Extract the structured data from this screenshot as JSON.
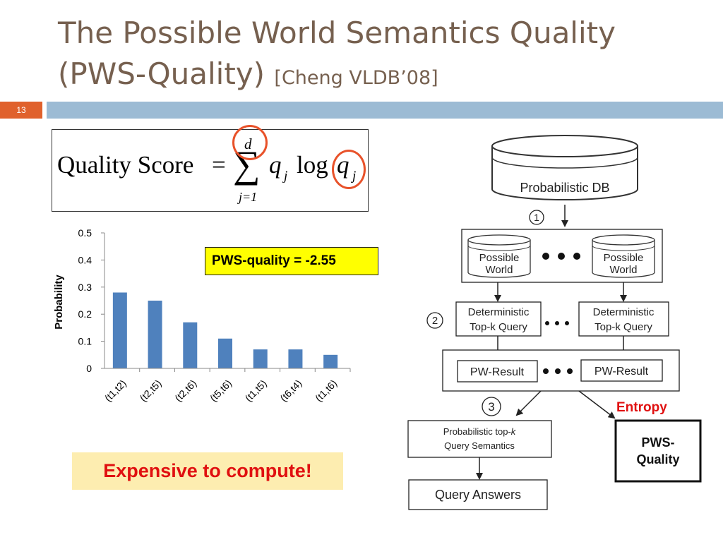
{
  "slide": {
    "title_line1": "The Possible World Semantics Quality",
    "title_line2": "(PWS-Quality)",
    "citation": "[Cheng VLDB’08]",
    "number": "13"
  },
  "formula": {
    "lhs": "Quality Score",
    "equals": "=",
    "sum": "∑",
    "upper": "d",
    "lower": "j=1",
    "term": "q",
    "sub": "j",
    "log": "log",
    "term2": "q",
    "sub2": "j"
  },
  "callout": "PWS-quality = -2.55",
  "note": "Expensive to compute!",
  "chart_data": {
    "type": "bar",
    "categories": [
      "(t1,t2)",
      "(t2,t5)",
      "(t2,t6)",
      "(t5,t6)",
      "(t1,t5)",
      "(t6,t4)",
      "(t1,t6)"
    ],
    "values": [
      0.28,
      0.25,
      0.17,
      0.11,
      0.07,
      0.07,
      0.05
    ],
    "ylabel": "Probability",
    "ylim": [
      0,
      0.5
    ],
    "yticks": [
      "0",
      "0.1",
      "0.2",
      "0.3",
      "0.4",
      "0.5"
    ],
    "bar_color": "#4f81bd",
    "grid": false,
    "legend": "none"
  },
  "diagram": {
    "db": "Probabilistic DB",
    "step1": "1",
    "step2": "2",
    "step3": "3",
    "pw_line1": "Possible",
    "pw_line2": "World",
    "dq_line1": "Deterministic",
    "dq_line2": "Top-k Query",
    "pw_result": "PW-Result",
    "entropy": "Entropy",
    "sem_line1": "Probabilistic top-",
    "sem_k": "k",
    "sem_line2": "Query Semantics",
    "pws_line1": "PWS-",
    "pws_line2": "Quality",
    "answers": "Query Answers",
    "accent": "#e01010"
  }
}
